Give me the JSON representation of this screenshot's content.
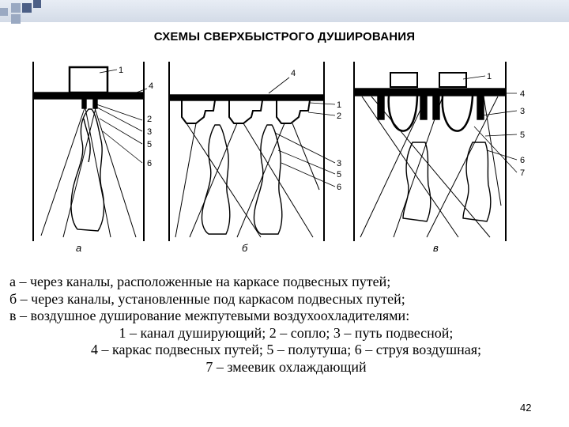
{
  "title": "СХЕМЫ СВЕРХБЫСТРОГО ДУШИРОВАНИЯ",
  "panels": [
    {
      "letter": "а",
      "labels": [
        "1",
        "4",
        "2",
        "3",
        "5",
        "6"
      ]
    },
    {
      "letter": "б",
      "labels": [
        "4",
        "1",
        "2",
        "3",
        "5",
        "6"
      ]
    },
    {
      "letter": "в",
      "labels": [
        "1",
        "4",
        "3",
        "5",
        "6",
        "7"
      ]
    }
  ],
  "caption": [
    "а – через каналы, расположенные на каркасе подвесных путей;",
    "б – через каналы, установленные под каркасом подвесных путей;",
    "в – воздушное душирование межпутевыми воздухоохладителями:",
    "1 – канал душирующий; 2 – сопло; 3 – путь подвесной;",
    "4 – каркас подвесных путей; 5 – полутуша; 6 – струя воздушная;",
    "7 – змеевик охлаждающий"
  ],
  "page_number": "42"
}
